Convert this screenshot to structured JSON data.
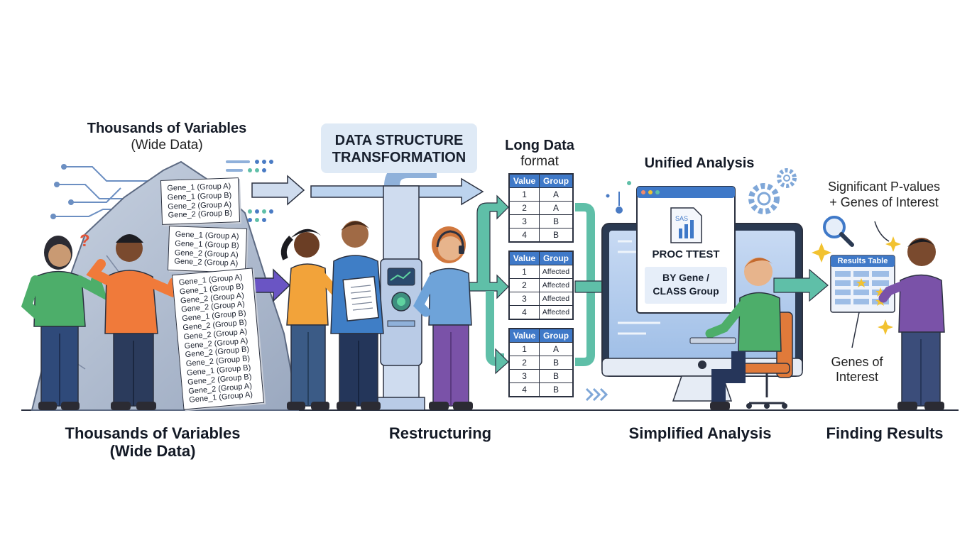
{
  "wide_data": {
    "title": "Thousands of Variables",
    "subtitle": "(Wide Data)",
    "paper1_rows": [
      "Gene_1 (Group A)",
      "Gene_1 (Group B)",
      "Gene_2 (Group A)",
      "Gene_2 (Group B)"
    ],
    "paper2_rows": [
      "Gene_1 (Group A)",
      "Gene_1 (Group B)",
      "Gene_2 (Group A)",
      "Gene_2 (Group A)"
    ],
    "paper3_rows": [
      "Gene_1 (Group A)",
      "Gene_1 (Group B)",
      "Gene_2 (Group A)",
      "Gene_2 (Group A)",
      "Gene_1 (Group B)",
      "Gene_2 (Group B)",
      "Gene_2 (Group A)",
      "Gene_2 (Group A)",
      "Gene_2 (Group B)",
      "Gene_2 (Group B)",
      "Gene_1 (Group B)",
      "Gene_2 (Group B)",
      "Gene_2 (Group A)",
      "Gene_1 (Group A)"
    ],
    "question_mark": "?"
  },
  "transformation": {
    "line1": "DATA STRUCTURE",
    "line2": "TRANSFORMATION"
  },
  "long_data": {
    "title": "Long Data",
    "subtitle": "format",
    "headers": [
      "Value",
      "Group"
    ],
    "table1": [
      [
        "1",
        "A"
      ],
      [
        "2",
        "A"
      ],
      [
        "3",
        "B"
      ],
      [
        "4",
        "B"
      ]
    ],
    "table2": [
      [
        "1",
        "Affected"
      ],
      [
        "2",
        "Affected"
      ],
      [
        "3",
        "Affected"
      ],
      [
        "4",
        "Affected"
      ]
    ],
    "table3": [
      [
        "1",
        "A"
      ],
      [
        "2",
        "B"
      ],
      [
        "3",
        "B"
      ],
      [
        "4",
        "B"
      ]
    ]
  },
  "unified": {
    "title": "Unified Analysis",
    "file_badge": "SAS",
    "proc": "PROC TTEST",
    "by_line1": "BY Gene /",
    "by_line2": "CLASS Group"
  },
  "results": {
    "annotation_line1": "Significant P-values",
    "annotation_line2": "+ Genes of Interest",
    "table_title": "Results Table",
    "genes_line1": "Genes of",
    "genes_line2": "Interest"
  },
  "stages": {
    "stage1_line1": "Thousands of Variables",
    "stage1_line2": "(Wide Data)",
    "stage2": "Restructuring",
    "stage3": "Simplified Analysis",
    "stage4": "Finding Results"
  },
  "colors": {
    "blue_accent": "#3f79c8",
    "teal_arrow": "#5fbfa8",
    "purple_arrow": "#6a55c4",
    "banner_bg": "#dfeaf6",
    "star_gold": "#f2c230"
  }
}
